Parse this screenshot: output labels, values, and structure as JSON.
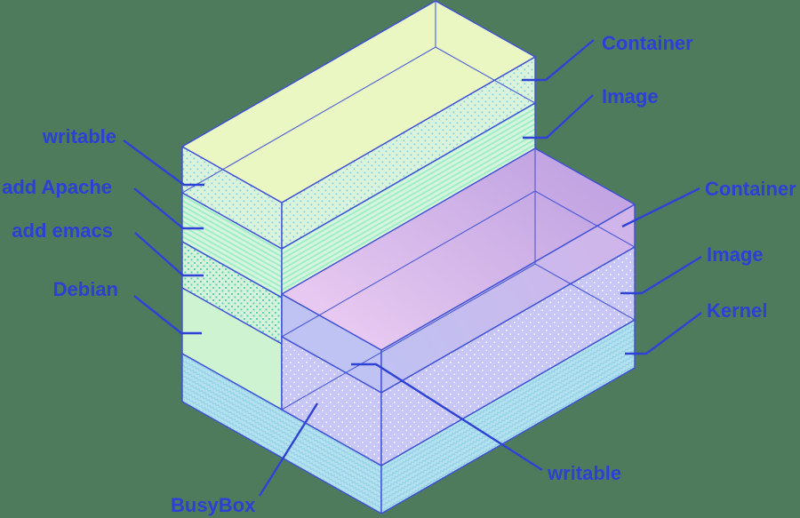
{
  "colors": {
    "background": "#4e7b5c",
    "edge_blue": "#3e4fd8",
    "label_blue": "#2c40d6",
    "faces": {
      "debian_top": "#eaf7c3",
      "debian_side": "#cdf3d0",
      "writable_dots_bg": "#daf3dd",
      "writable_dots": "#7fcfdc",
      "apache_hatch": "#9feec8",
      "emacs_dots": "#55cfae",
      "busybox_top_north": "#c2a5e2",
      "busybox_top_south": "#e6c8f0",
      "busybox_writable_side": "#bfc3f3",
      "busybox_image_side": "#c7c6f6",
      "kernel_cyan": "#b4e0ef",
      "kernel_zigzag": "#8fd2e6"
    }
  },
  "labels": {
    "writable_left": "writable",
    "add_apache": "add Apache",
    "add_emacs": "add emacs",
    "debian": "Debian",
    "busybox": "BusyBox",
    "container_top": "Container",
    "image_top": "Image",
    "container_right": "Container",
    "image_right": "Image",
    "kernel": "Kernel",
    "writable_bottom": "writable"
  },
  "stacks": {
    "left": {
      "name_label": "Debian",
      "layers_top_to_bottom": [
        "writable",
        "add Apache",
        "add emacs",
        "Debian"
      ],
      "annotations_right": [
        "Container",
        "Image"
      ]
    },
    "right": {
      "name_label": "BusyBox",
      "layers_top_to_bottom": [
        "writable",
        "BusyBox"
      ],
      "annotations_right": [
        "Container",
        "Image"
      ]
    },
    "base_label": "Kernel"
  }
}
